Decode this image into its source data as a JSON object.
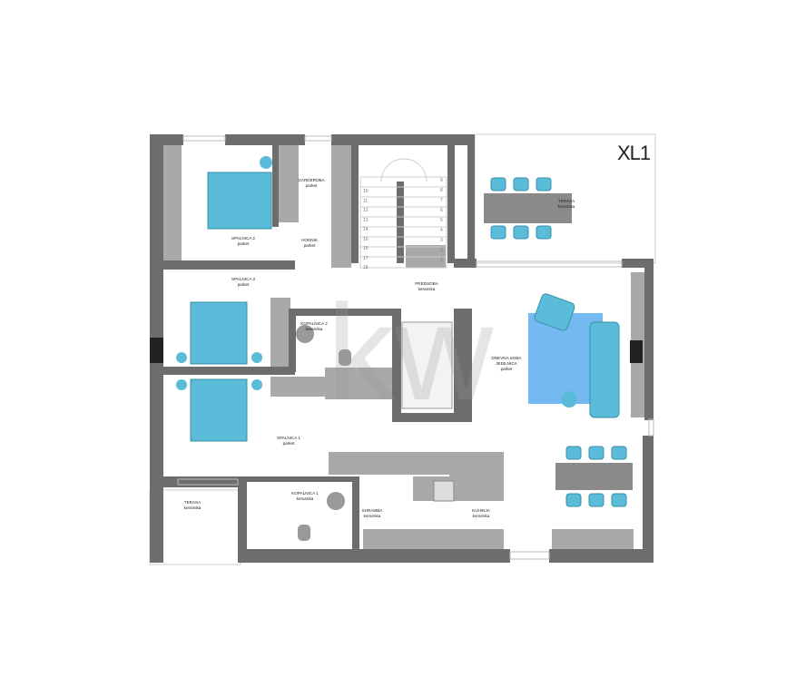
{
  "plan": {
    "unit_label": "XL1",
    "watermark": "kw",
    "rooms": [
      {
        "name": "SPALNICA 2",
        "floor": "parket"
      },
      {
        "name": "GARDEROBA",
        "floor": "parket"
      },
      {
        "name": "HODNIK",
        "floor": "parket"
      },
      {
        "name": "SPALNICA 3",
        "floor": "parket"
      },
      {
        "name": "PREDSOBA",
        "floor": "keramika"
      },
      {
        "name": "KOPALNICA 2",
        "floor": "keramika"
      },
      {
        "name": "DNEVNA SOBA JEDILNICA",
        "floor": "parket"
      },
      {
        "name": "SPALNICA 1",
        "floor": "parket"
      },
      {
        "name": "KOPALNICA 1",
        "floor": "keramika"
      },
      {
        "name": "SHRAMBA",
        "floor": "keramika"
      },
      {
        "name": "KUHINJA",
        "floor": "keramika"
      },
      {
        "name": "TERASA",
        "floor": "keramika"
      },
      {
        "name": "TERASA",
        "floor": "keramika"
      }
    ],
    "stairs_left": [
      "10",
      "11",
      "12",
      "13",
      "14",
      "15",
      "16",
      "17",
      "18"
    ],
    "stairs_right": [
      "9",
      "8",
      "7",
      "6",
      "5",
      "4",
      "3",
      "2",
      "1"
    ]
  },
  "colors": {
    "wall": "#6d6d6d",
    "inner_wall": "#a9a9a9",
    "furniture": "#5bbcd9",
    "rug": "#74b9f2"
  }
}
